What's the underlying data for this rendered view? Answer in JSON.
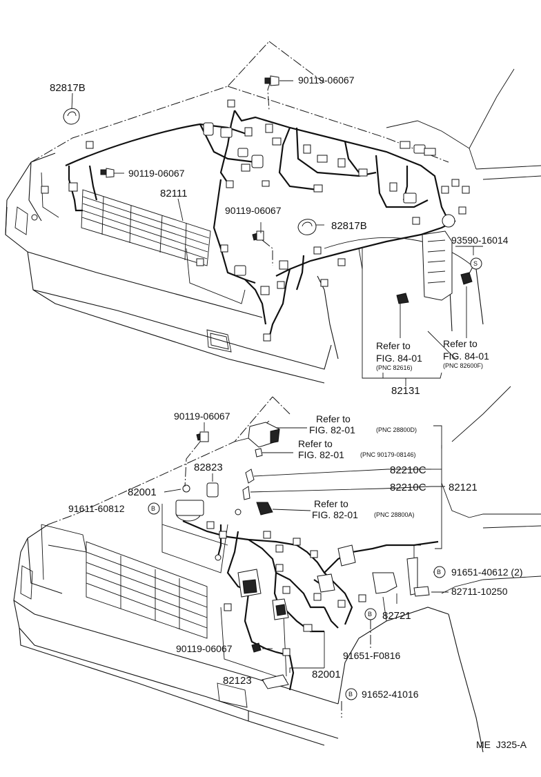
{
  "top": {
    "part_82817B_left": "82817B",
    "part_90119_top": "90119-06067",
    "part_90119_left": "90119-06067",
    "part_82111": "82111",
    "part_90119_mid": "90119-06067",
    "part_82817B_mid": "82817B",
    "part_93590": "93590-16014",
    "badge_s": "S",
    "ref_left": {
      "line1": "Refer to",
      "line2": "FIG. 84-01",
      "pnc": "(PNC 82616)"
    },
    "ref_right": {
      "line1": "Refer to",
      "line2": "FIG. 84-01",
      "pnc": "(PNC 82600F)"
    },
    "part_82131": "82131"
  },
  "bottom": {
    "part_90119_top": "90119-06067",
    "ref_1": {
      "line1": "Refer to",
      "line2": "FIG. 82-01",
      "pnc": "(PNC 28800D)"
    },
    "ref_2": {
      "line1": "Refer to",
      "line2": "FIG. 82-01",
      "pnc": "(PNC 90179-08146)"
    },
    "part_82823": "82823",
    "part_82210C_a": "82210C",
    "part_82001_top": "82001",
    "part_82210C_b": "82210C",
    "part_82121": "82121",
    "part_91611": "91611-60812",
    "badge_b": "B",
    "ref_3": {
      "line1": "Refer to",
      "line2": "FIG. 82-01",
      "pnc": "(PNC 28800A)"
    },
    "part_91651_40612": "91651-40612 (2)",
    "part_82711": "82711-10250",
    "part_82721": "82721",
    "part_90119_low": "90119-06067",
    "part_91651_F0816": "91651-F0816",
    "part_82001_low": "82001",
    "part_82123": "82123",
    "part_91652": "91652-41016"
  },
  "footer": {
    "code": "ME  J325-A"
  }
}
